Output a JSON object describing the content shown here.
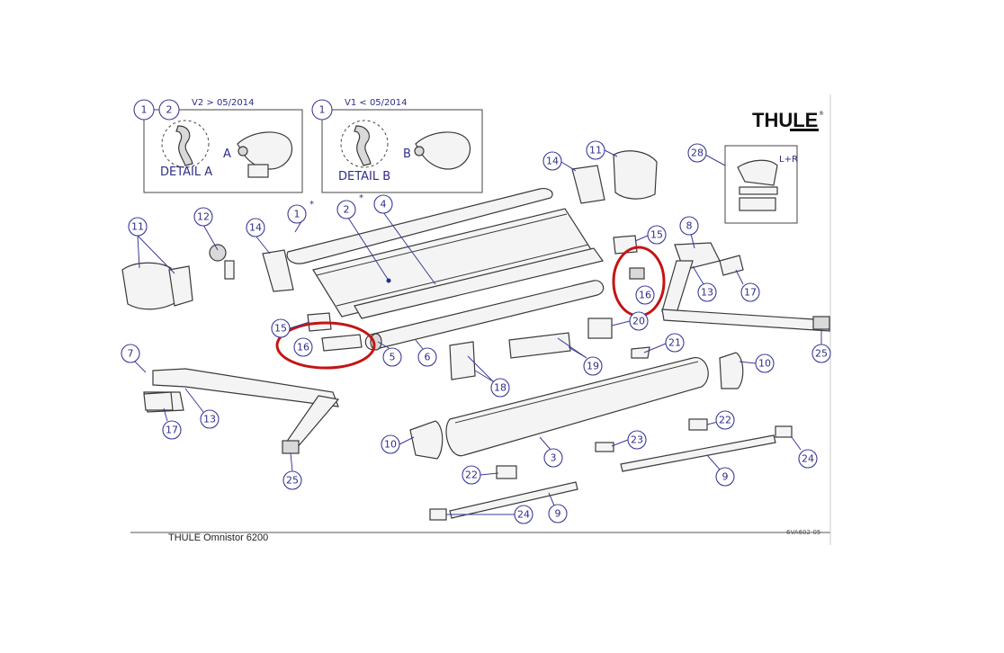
{
  "brand": {
    "name": "THULE",
    "registered": "®"
  },
  "footer": {
    "title": "THULE Omnistor 6200",
    "code": "6VA602-05"
  },
  "detail_a": {
    "version": "V2 > 05/2014",
    "label": "DETAIL A",
    "markers": [
      "1",
      "2"
    ],
    "letter": "A"
  },
  "detail_b": {
    "version": "V1 < 05/2014",
    "label": "DETAIL B",
    "markers": [
      "1"
    ],
    "letter": "B"
  },
  "lr_box": {
    "label": "L+R",
    "callout": "28"
  },
  "callouts": {
    "c11a": "11",
    "c12": "12",
    "c14a": "14",
    "c1": "1",
    "c1star": "*",
    "c2": "2",
    "c2star": "*",
    "c4": "4",
    "c14b": "14",
    "c11b": "11",
    "c28": "28",
    "c8": "8",
    "c15a": "15",
    "c16a": "16",
    "c13a": "13",
    "c17a": "17",
    "c20": "20",
    "c25a": "25",
    "c15b": "15",
    "c16b": "16",
    "c5": "5",
    "c6": "6",
    "c19": "19",
    "c21": "21",
    "c10a": "10",
    "c18": "18",
    "c7": "7",
    "c13b": "13",
    "c17b": "17",
    "c25b": "25",
    "c22a": "22",
    "c10b": "10",
    "c3": "3",
    "c23": "23",
    "c24a": "24",
    "c22b": "22",
    "c9a": "9",
    "c24b": "24",
    "c9b": "9"
  }
}
